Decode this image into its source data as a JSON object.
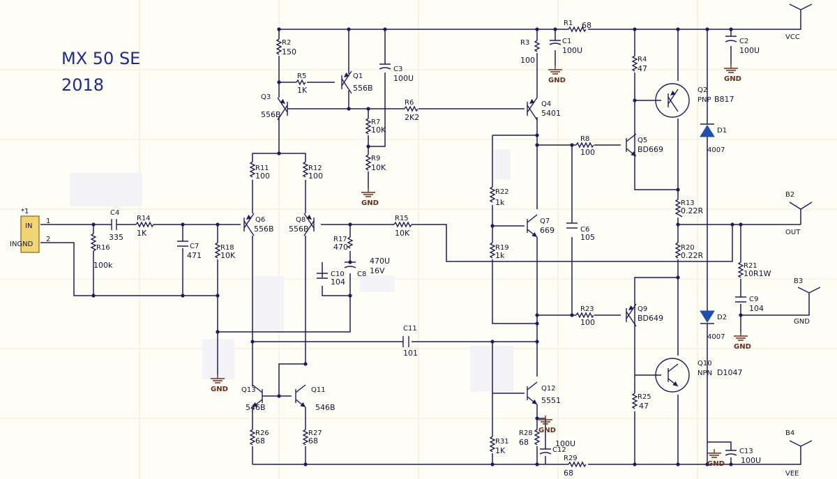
{
  "title": {
    "line1": "MX 50 SE",
    "line2": "2018"
  },
  "rails": {
    "vcc": "VCC",
    "vee": "VEE",
    "out": "OUT"
  },
  "connector": {
    "ref": "*1",
    "pin_in": "IN",
    "pin_gnd": "INGND",
    "pin1": "1",
    "pin2": "2"
  },
  "gnd_label": "GND",
  "transistors": [
    {
      "ref": "Q1",
      "part": "556B"
    },
    {
      "ref": "Q2",
      "part": "B817",
      "type": "PNP"
    },
    {
      "ref": "Q3",
      "part": "556B"
    },
    {
      "ref": "Q4",
      "part": "5401"
    },
    {
      "ref": "Q5",
      "part": "BD669"
    },
    {
      "ref": "Q6",
      "part": "556B"
    },
    {
      "ref": "Q7",
      "part": "669"
    },
    {
      "ref": "Q8",
      "part": "556B"
    },
    {
      "ref": "Q9",
      "part": "BD649"
    },
    {
      "ref": "Q10",
      "part": "D1047",
      "type": "NPN"
    },
    {
      "ref": "Q11",
      "part": "546B"
    },
    {
      "ref": "Q12",
      "part": "5551"
    },
    {
      "ref": "Q13",
      "part": "546B"
    }
  ],
  "resistors": [
    {
      "ref": "R1",
      "value": "68"
    },
    {
      "ref": "R2",
      "value": "150"
    },
    {
      "ref": "R3",
      "value": "100"
    },
    {
      "ref": "R4",
      "value": "47"
    },
    {
      "ref": "R5",
      "value": "1K"
    },
    {
      "ref": "R6",
      "value": "2K2"
    },
    {
      "ref": "R7",
      "value": "10K"
    },
    {
      "ref": "R8",
      "value": "100"
    },
    {
      "ref": "R9",
      "value": "10K"
    },
    {
      "ref": "R11",
      "value": "100"
    },
    {
      "ref": "R12",
      "value": "100"
    },
    {
      "ref": "R13",
      "value": "0.22R"
    },
    {
      "ref": "R14",
      "value": "1K"
    },
    {
      "ref": "R15",
      "value": "10K"
    },
    {
      "ref": "R16",
      "value": "100k"
    },
    {
      "ref": "R17",
      "value": "470"
    },
    {
      "ref": "R18",
      "value": "10K"
    },
    {
      "ref": "R19",
      "value": "1k"
    },
    {
      "ref": "R20",
      "value": "0.22R"
    },
    {
      "ref": "R21",
      "value": "10R1W"
    },
    {
      "ref": "R22",
      "value": "1k"
    },
    {
      "ref": "R23",
      "value": "100"
    },
    {
      "ref": "R25",
      "value": "47"
    },
    {
      "ref": "R26",
      "value": "68"
    },
    {
      "ref": "R27",
      "value": "68"
    },
    {
      "ref": "R28",
      "value": "68"
    },
    {
      "ref": "R29",
      "value": "68"
    },
    {
      "ref": "R31",
      "value": "1K"
    }
  ],
  "capacitors": [
    {
      "ref": "C1",
      "value": "100U"
    },
    {
      "ref": "C2",
      "value": "100U"
    },
    {
      "ref": "C3",
      "value": "100U"
    },
    {
      "ref": "C4",
      "value": "335"
    },
    {
      "ref": "C6",
      "value": "105"
    },
    {
      "ref": "C7",
      "value": "471"
    },
    {
      "ref": "C8",
      "value": "470U"
    },
    {
      "ref": "C8v",
      "value": "16V"
    },
    {
      "ref": "C9",
      "value": "104"
    },
    {
      "ref": "C10",
      "value": "104"
    },
    {
      "ref": "C11",
      "value": "101"
    },
    {
      "ref": "C12",
      "value": "100U"
    },
    {
      "ref": "C13",
      "value": "100U"
    }
  ],
  "diodes": [
    {
      "ref": "D1",
      "part": "4007"
    },
    {
      "ref": "D2",
      "part": "4007"
    }
  ],
  "ports": [
    "B2",
    "B3",
    "B4"
  ],
  "colors": {
    "wire": "#1c1c5c",
    "ground": "#6a2c1c",
    "diode": "#1f4fa8",
    "title": "#1e2a8c",
    "background": "#fefef6"
  }
}
